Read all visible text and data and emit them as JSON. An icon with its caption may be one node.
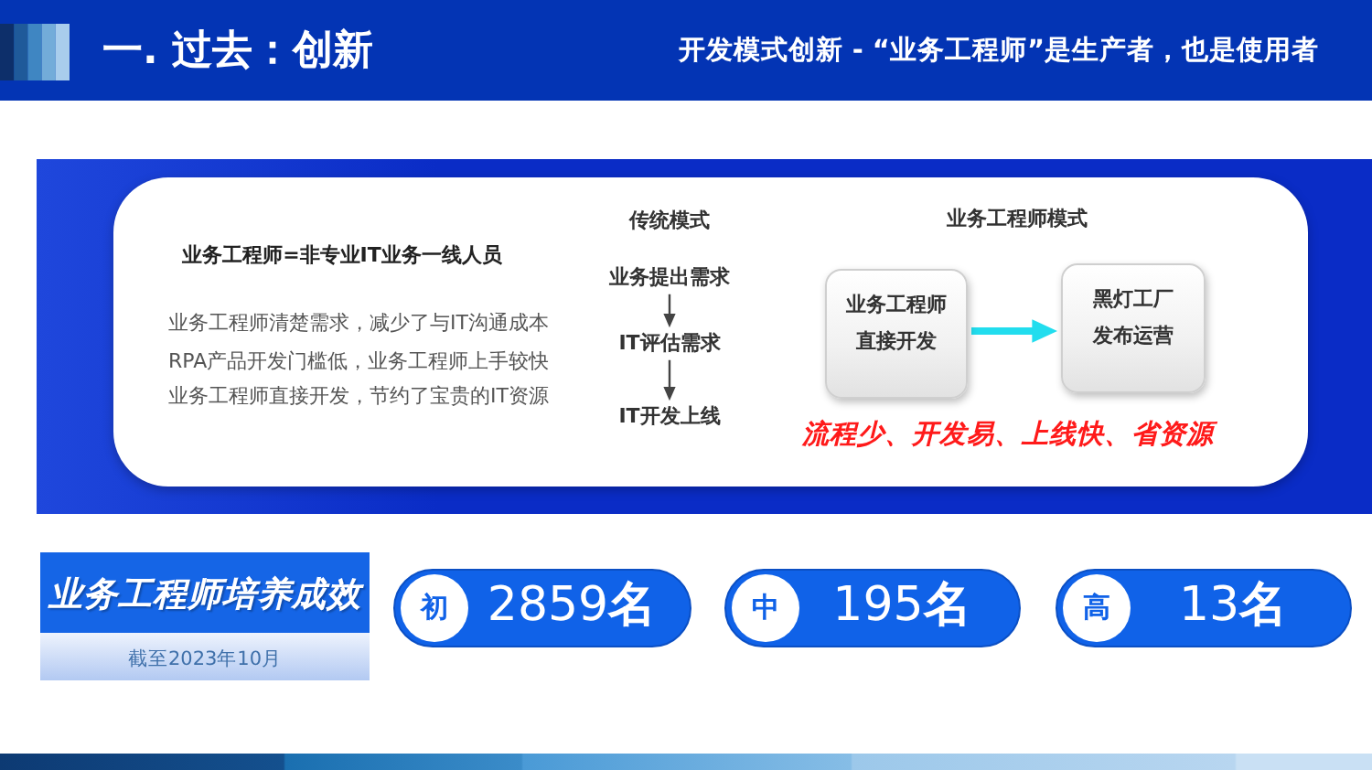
{
  "diagram": {
    "title": "一. 过去：创新",
    "nodes": [
      {
        "text": [
          "业务提出需求"
        ]
      },
      {
        "text": [
          "IT评估需求"
        ]
      },
      {
        "text": [
          "IT开发上线"
        ]
      },
      {
        "text": [
          "业务工程师直接开发"
        ]
      },
      {
        "text": [
          "黑灯工厂发布运营"
        ]
      },
      {
        "text": [
          "业务工程师培养成效"
        ],
        "beside": [
          "截至2023年10月"
        ]
      },
      {
        "text": [
          "初",
          "2859**名**"
        ]
      },
      {
        "text": [
          "中",
          "195**名**"
        ]
      },
      {
        "text": [
          "高",
          "13**名**"
        ]
      }
    ],
    "edges": [
      {
        "from": 0,
        "to": 1,
        "arrow": "to"
      },
      {
        "from": 1,
        "to": 2,
        "arrow": "to"
      },
      {
        "from": 3,
        "to": 4,
        "arrow": "to",
        "style": "thick",
        "color": "#22ddee"
      }
    ],
    "labels": [
      "开发模式创新 - “业务工程师”是生产者，也是使用者",
      "业务工程师=非专业IT业务一线人员",
      "业务工程师清楚需求，减少了与IT沟通成本",
      "RPA产品开发门槛低，业务工程师上手较快",
      "业务工程师直接开发，节约了宝贵的IT资源",
      "传统模式",
      "业务工程师模式",
      "流程少、开发易、上线快、省资源"
    ]
  }
}
